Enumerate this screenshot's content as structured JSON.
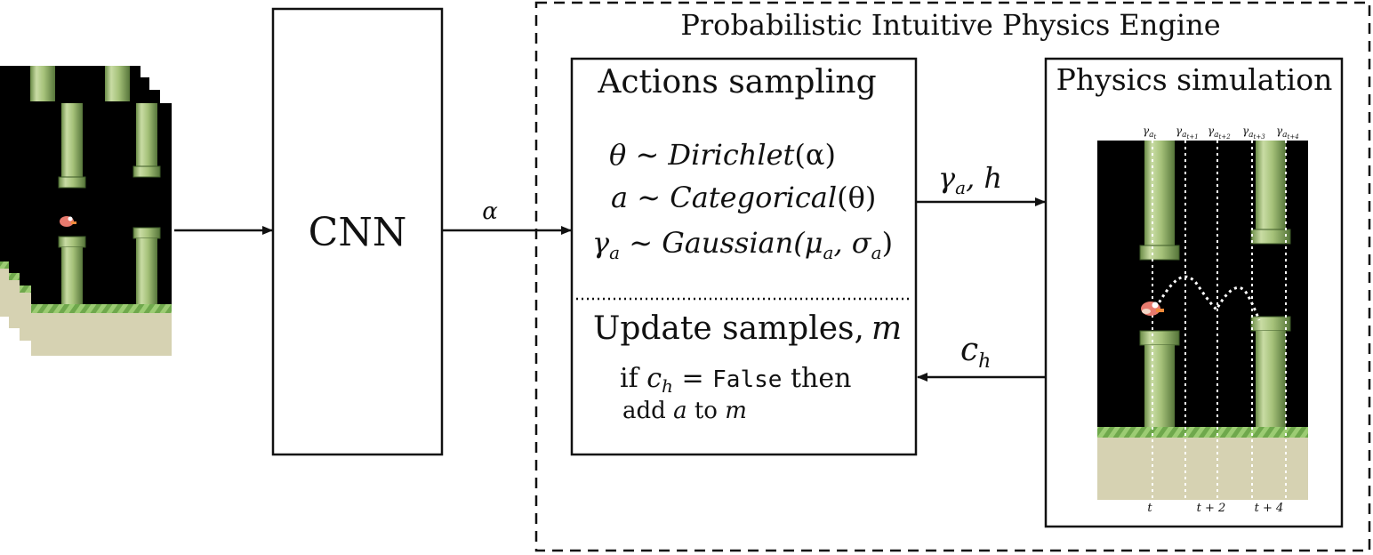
{
  "engine": {
    "title": "Probabilistic Intuitive Physics Engine"
  },
  "cnn": {
    "label": "CNN"
  },
  "arrows": {
    "input_to_cnn": "",
    "cnn_to_actions": "α",
    "actions_to_sim_a": "γ",
    "actions_to_sim_sub": "a",
    "actions_to_sim_b": ", h",
    "sim_to_update_a": "c",
    "sim_to_update_sub": "h"
  },
  "actions": {
    "title": "Actions sampling",
    "eq1": {
      "lhs": "θ",
      "op": " ∼ ",
      "dist": "Dirichlet",
      "arg": "(α)"
    },
    "eq2": {
      "lhs": "a",
      "op": " ∼ ",
      "dist": "Categorical",
      "arg": "(θ)"
    },
    "eq3": {
      "lhs": "γ",
      "lhs_sub": "a",
      "op": " ∼ ",
      "dist": "Gaussian",
      "arg_open": "(μ",
      "arg_sub1": "a",
      "arg_mid": ", σ",
      "arg_sub2": "a",
      "arg_close": ")"
    }
  },
  "update": {
    "title": "Update samples,",
    "title_var": "m",
    "line1_if": "if ",
    "line1_var": "c",
    "line1_sub": "h",
    "line1_eq": " = ",
    "line1_false": "False",
    "line1_then": " then",
    "line2_add": "add ",
    "line2_a": "a",
    "line2_to": " to ",
    "line2_m": "m"
  },
  "physics": {
    "title": "Physics simulation",
    "top_labels": [
      {
        "base": "γ",
        "sub": "a",
        "subsub": "t"
      },
      {
        "base": "γ",
        "sub": "a",
        "subsub": "t+1"
      },
      {
        "base": "γ",
        "sub": "a",
        "subsub": "t+2"
      },
      {
        "base": "γ",
        "sub": "a",
        "subsub": "t+3"
      },
      {
        "base": "γ",
        "sub": "a",
        "subsub": "t+4"
      }
    ],
    "bottom_labels": [
      "t",
      "t + 2",
      "t + 4"
    ]
  },
  "colors": {
    "pipe_light": "#c9dca4",
    "pipe_mid": "#8fae63",
    "pipe_dark": "#5a7a3a",
    "ground_stripe": "#7fb35c",
    "ground_sand": "#d6d2b2",
    "sky": "#000000",
    "bird": "#e87a6e"
  }
}
